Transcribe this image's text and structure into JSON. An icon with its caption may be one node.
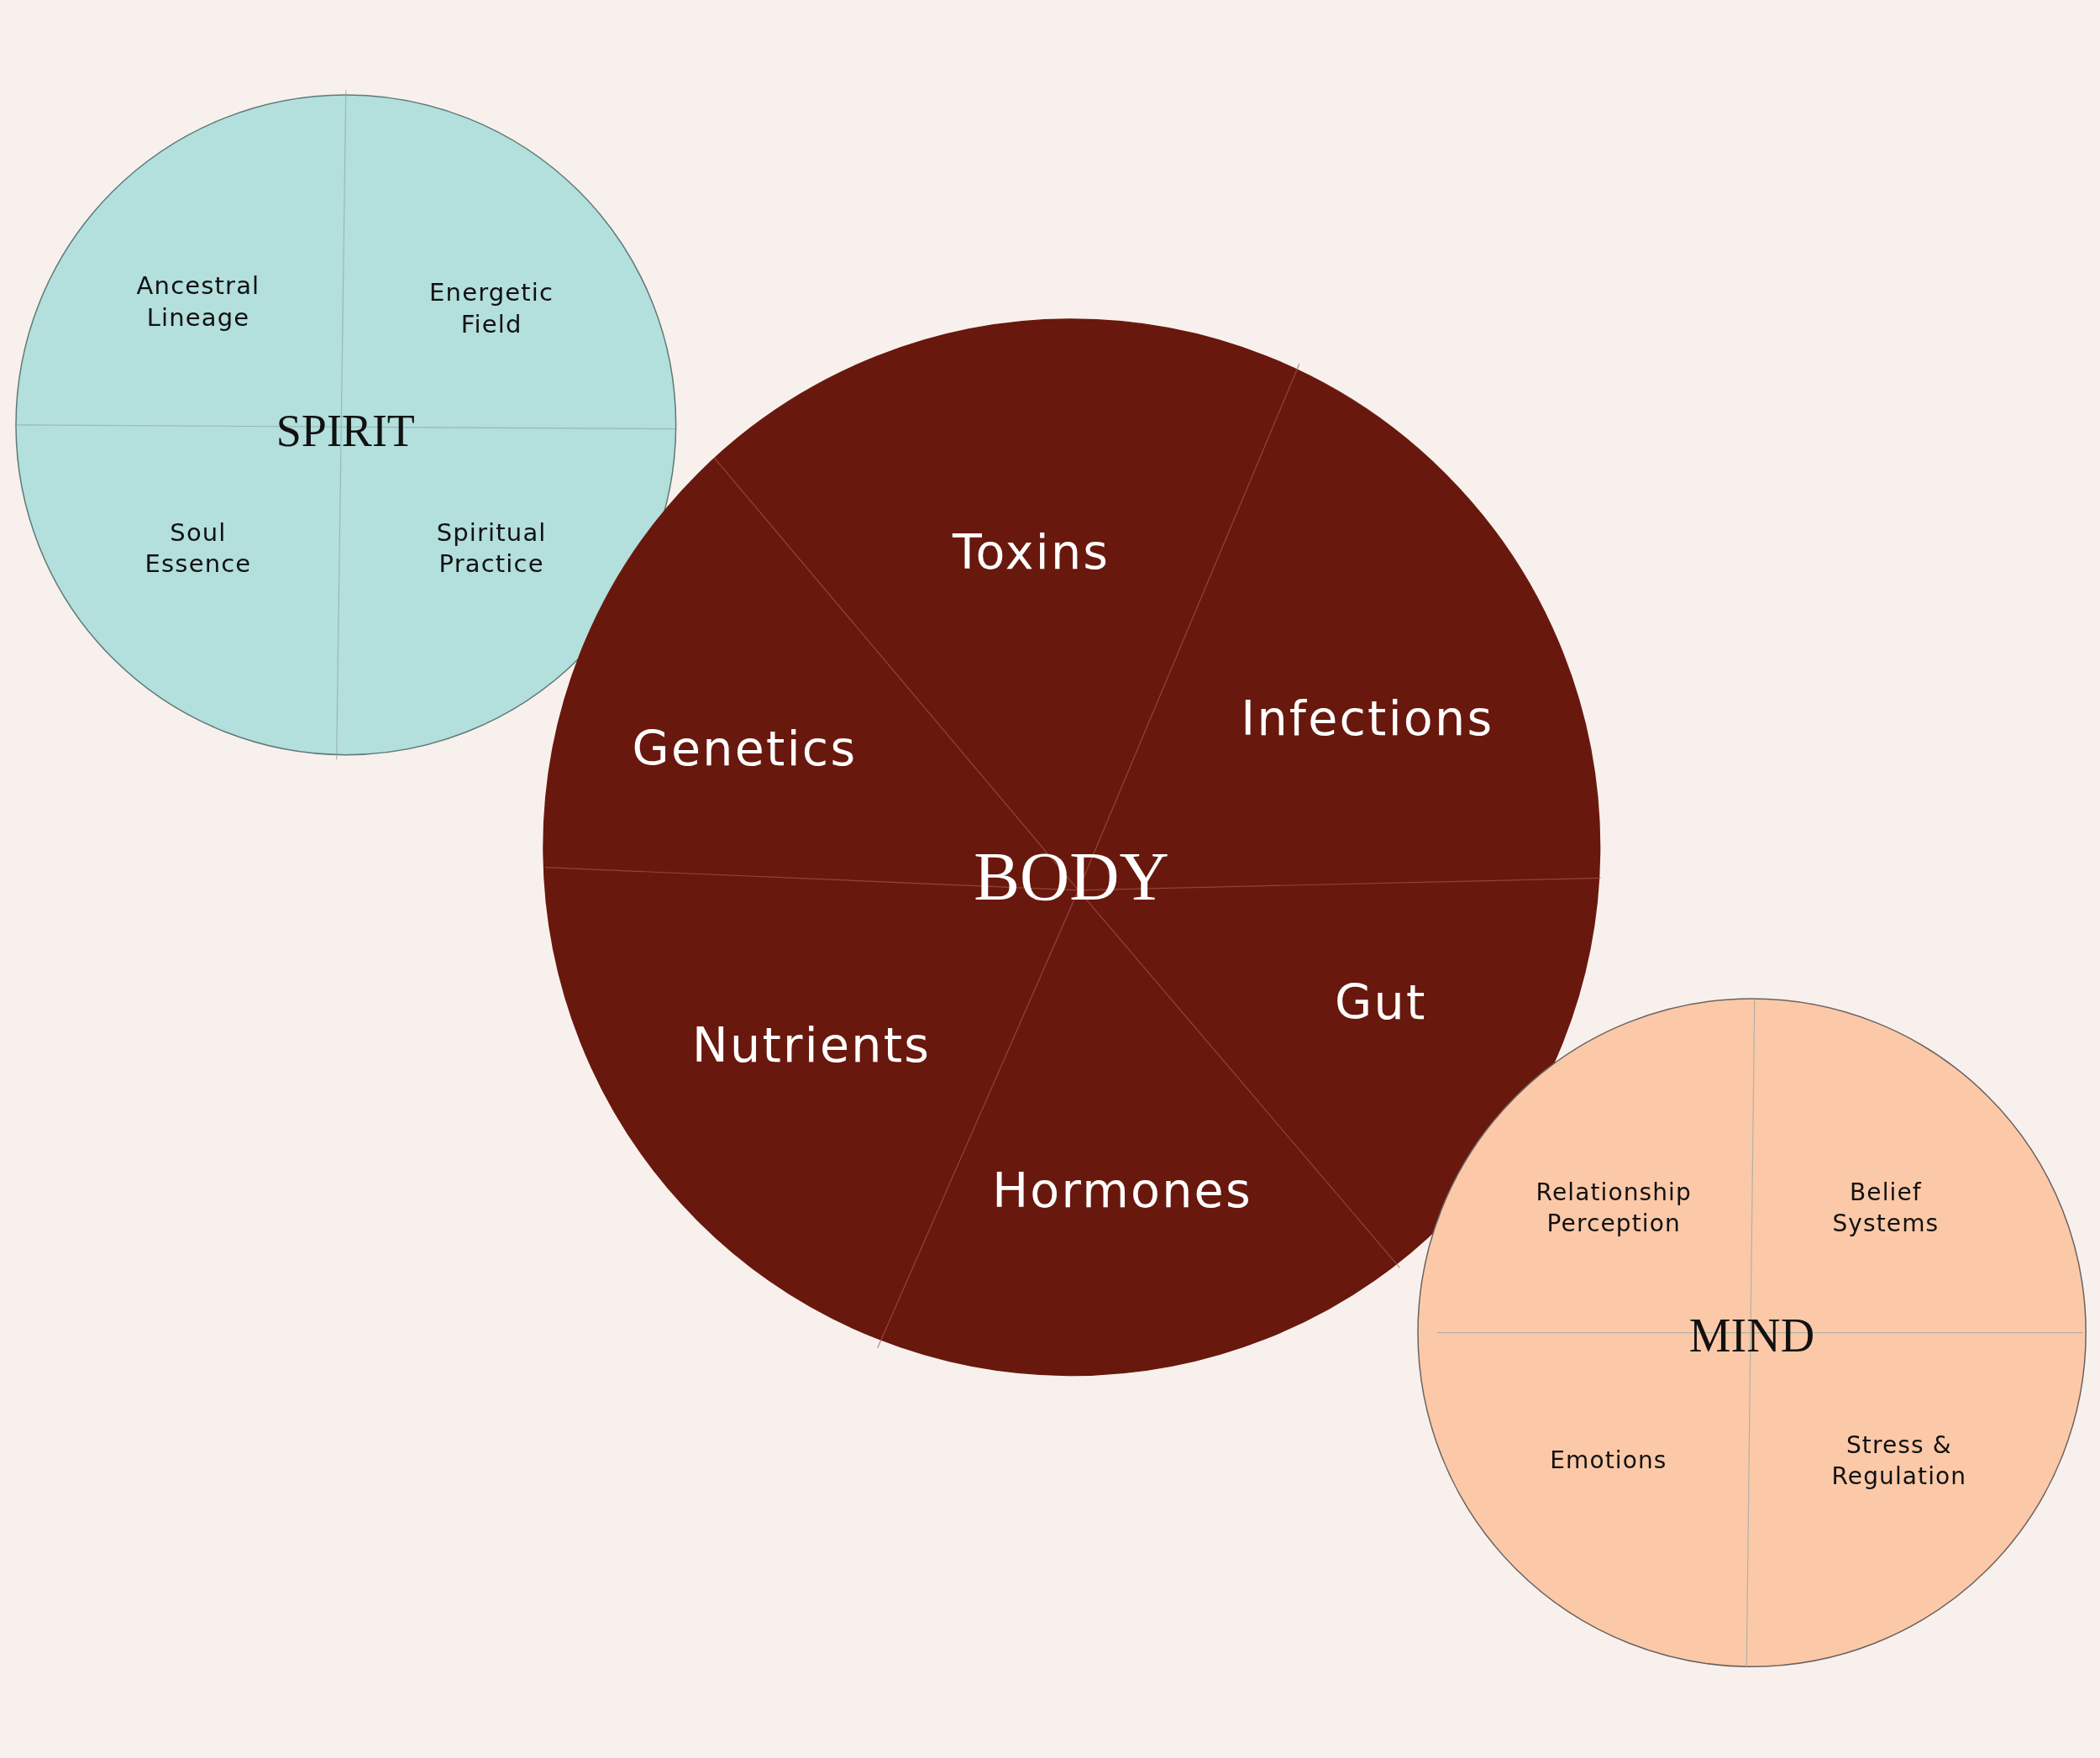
{
  "diagram": {
    "nodes": [
      {
        "text": [
          "SPIRIT"
        ]
      },
      {
        "text": [
          "Ancestral Lineage"
        ],
        "in": 0
      },
      {
        "text": [
          "Energetic Field"
        ],
        "in": 0
      },
      {
        "text": [
          "Soul Essence"
        ],
        "in": 0
      },
      {
        "text": [
          "Spiritual Practice"
        ],
        "in": 0
      },
      {
        "text": [
          "BODY"
        ]
      },
      {
        "text": [
          "Toxins"
        ],
        "in": 5
      },
      {
        "text": [
          "Infections"
        ],
        "in": 5
      },
      {
        "text": [
          "Genetics"
        ],
        "in": 5
      },
      {
        "text": [
          "Gut"
        ],
        "in": 5
      },
      {
        "text": [
          "Nutrients"
        ],
        "in": 5
      },
      {
        "text": [
          "Hormones"
        ],
        "in": 5
      },
      {
        "text": [
          "MIND"
        ]
      },
      {
        "text": [
          "Relationship Perception"
        ],
        "in": 12
      },
      {
        "text": [
          "Belief Systems"
        ],
        "in": 12
      },
      {
        "text": [
          "Emotions"
        ],
        "in": 12
      },
      {
        "text": [
          "Stress & Regulation"
        ],
        "in": 12
      }
    ]
  }
}
